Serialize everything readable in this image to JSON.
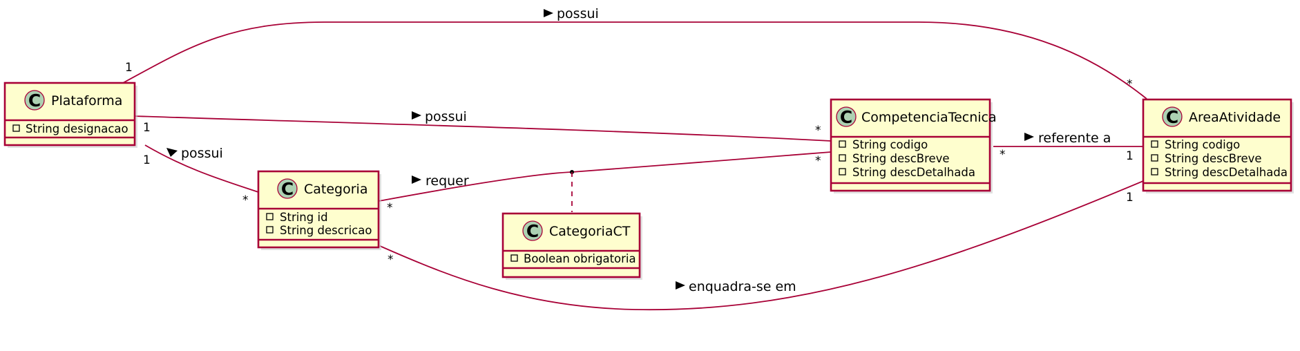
{
  "classes": {
    "plataforma": {
      "name": "Plataforma",
      "glyph": "C",
      "attributes": [
        "String designacao"
      ]
    },
    "categoria": {
      "name": "Categoria",
      "glyph": "C",
      "attributes": [
        "String id",
        "String descricao"
      ]
    },
    "categoriact": {
      "name": "CategoriaCT",
      "glyph": "C",
      "attributes": [
        "Boolean obrigatoria"
      ]
    },
    "competencia": {
      "name": "CompetenciaTecnica",
      "glyph": "C",
      "attributes": [
        "String codigo",
        "String descBreve",
        "String descDetalhada"
      ]
    },
    "area": {
      "name": "AreaAtividade",
      "glyph": "C",
      "attributes": [
        "String codigo",
        "String descBreve",
        "String descDetalhada"
      ]
    }
  },
  "associations": {
    "plat_area": {
      "label": "possui",
      "from_mult": "1",
      "to_mult": "*"
    },
    "plat_comp": {
      "label": "possui",
      "from_mult": "1",
      "to_mult": "*"
    },
    "plat_cat": {
      "label": "possui",
      "from_mult": "1",
      "to_mult": "*"
    },
    "cat_comp": {
      "label": "requer",
      "from_mult": "*",
      "to_mult": "*"
    },
    "comp_area": {
      "label": "referente a",
      "from_mult": "*",
      "to_mult": "1"
    },
    "cat_area": {
      "label": "enquadra-se em",
      "from_mult": "*",
      "to_mult": "1"
    }
  }
}
